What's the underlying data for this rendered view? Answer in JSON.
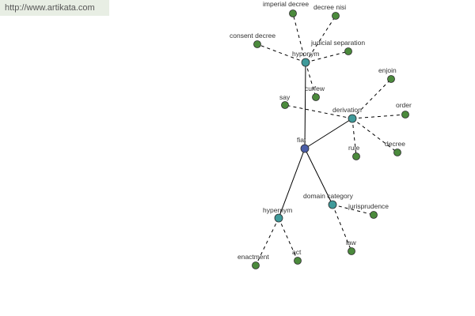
{
  "banner": {
    "url": "http://www.artikata.com"
  },
  "colors": {
    "root": "#4a5ea8",
    "relation": "#3f9a9a",
    "term": "#4b8a3c"
  },
  "graph": {
    "nodes": [
      {
        "id": "fiat",
        "label": "fiat",
        "kind": "root"
      },
      {
        "id": "hyponym",
        "label": "hyponym",
        "kind": "relation"
      },
      {
        "id": "derivation",
        "label": "derivation",
        "kind": "relation"
      },
      {
        "id": "domain_category",
        "label": "domain category",
        "kind": "relation"
      },
      {
        "id": "hypernym",
        "label": "hypernym",
        "kind": "relation"
      },
      {
        "id": "imperial_decree",
        "label": "imperial decree",
        "kind": "term"
      },
      {
        "id": "decree_nisi",
        "label": "decree nisi",
        "kind": "term"
      },
      {
        "id": "consent_decree",
        "label": "consent decree",
        "kind": "term"
      },
      {
        "id": "judicial_separation",
        "label": "judicial separation",
        "kind": "term"
      },
      {
        "id": "curfew",
        "label": "curfew",
        "kind": "term"
      },
      {
        "id": "say",
        "label": "say",
        "kind": "term"
      },
      {
        "id": "enjoin",
        "label": "enjoin",
        "kind": "term"
      },
      {
        "id": "order",
        "label": "order",
        "kind": "term"
      },
      {
        "id": "rule",
        "label": "rule",
        "kind": "term"
      },
      {
        "id": "decree",
        "label": "decree",
        "kind": "term"
      },
      {
        "id": "jurisprudence",
        "label": "jurisprudence",
        "kind": "term"
      },
      {
        "id": "law",
        "label": "law",
        "kind": "term"
      },
      {
        "id": "enactment",
        "label": "enactment",
        "kind": "term"
      },
      {
        "id": "act",
        "label": "act",
        "kind": "term"
      }
    ],
    "edges": [
      {
        "from": "fiat",
        "to": "hyponym",
        "style": "solid"
      },
      {
        "from": "fiat",
        "to": "derivation",
        "style": "solid"
      },
      {
        "from": "fiat",
        "to": "domain_category",
        "style": "solid"
      },
      {
        "from": "fiat",
        "to": "hypernym",
        "style": "solid"
      },
      {
        "from": "hyponym",
        "to": "imperial_decree",
        "style": "dashed"
      },
      {
        "from": "hyponym",
        "to": "decree_nisi",
        "style": "dashed"
      },
      {
        "from": "hyponym",
        "to": "consent_decree",
        "style": "dashed"
      },
      {
        "from": "hyponym",
        "to": "judicial_separation",
        "style": "dashed"
      },
      {
        "from": "hyponym",
        "to": "curfew",
        "style": "dashed"
      },
      {
        "from": "derivation",
        "to": "say",
        "style": "dashed"
      },
      {
        "from": "derivation",
        "to": "enjoin",
        "style": "dashed"
      },
      {
        "from": "derivation",
        "to": "order",
        "style": "dashed"
      },
      {
        "from": "derivation",
        "to": "rule",
        "style": "dashed"
      },
      {
        "from": "derivation",
        "to": "decree",
        "style": "dashed"
      },
      {
        "from": "domain_category",
        "to": "jurisprudence",
        "style": "dashed"
      },
      {
        "from": "domain_category",
        "to": "law",
        "style": "dashed"
      },
      {
        "from": "hypernym",
        "to": "enactment",
        "style": "dashed"
      },
      {
        "from": "hypernym",
        "to": "act",
        "style": "dashed"
      }
    ]
  }
}
